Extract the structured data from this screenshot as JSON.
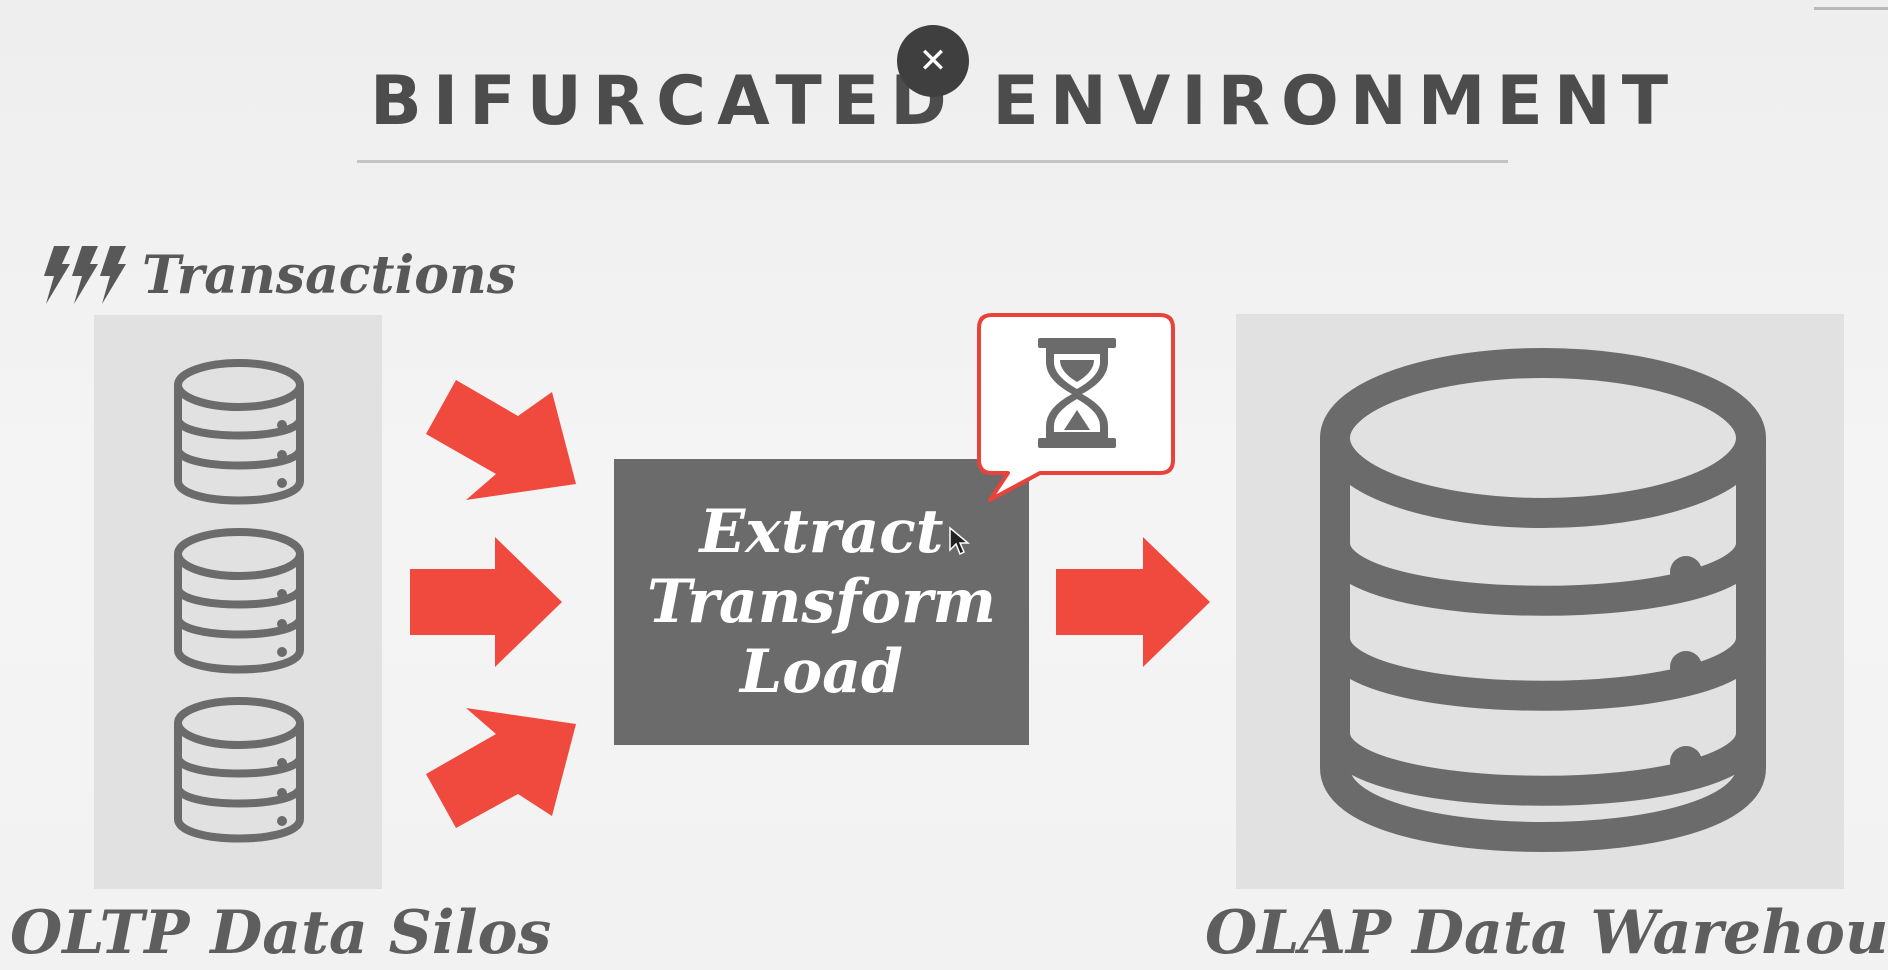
{
  "slide": {
    "title": "BIFURCATED ENVIRONMENT",
    "transactions_label": "Transactions",
    "etl_lines": [
      "Extract",
      "Transform",
      "Load"
    ],
    "oltp_label": "OLTP Data Silos",
    "olap_label": "OLAP Data Warehouse"
  },
  "controls": {
    "close_symbol": "✕"
  },
  "icons": {
    "lightning": "lightning-bolt-icon",
    "database": "database-icon",
    "hourglass": "hourglass-icon",
    "arrow": "arrow-icon",
    "cursor": "mouse-cursor-icon"
  },
  "colors": {
    "accent_red": "#f04a3f",
    "dark_gray": "#6b6b6b",
    "panel_gray": "#e1e1e1",
    "text_gray": "#585858"
  }
}
